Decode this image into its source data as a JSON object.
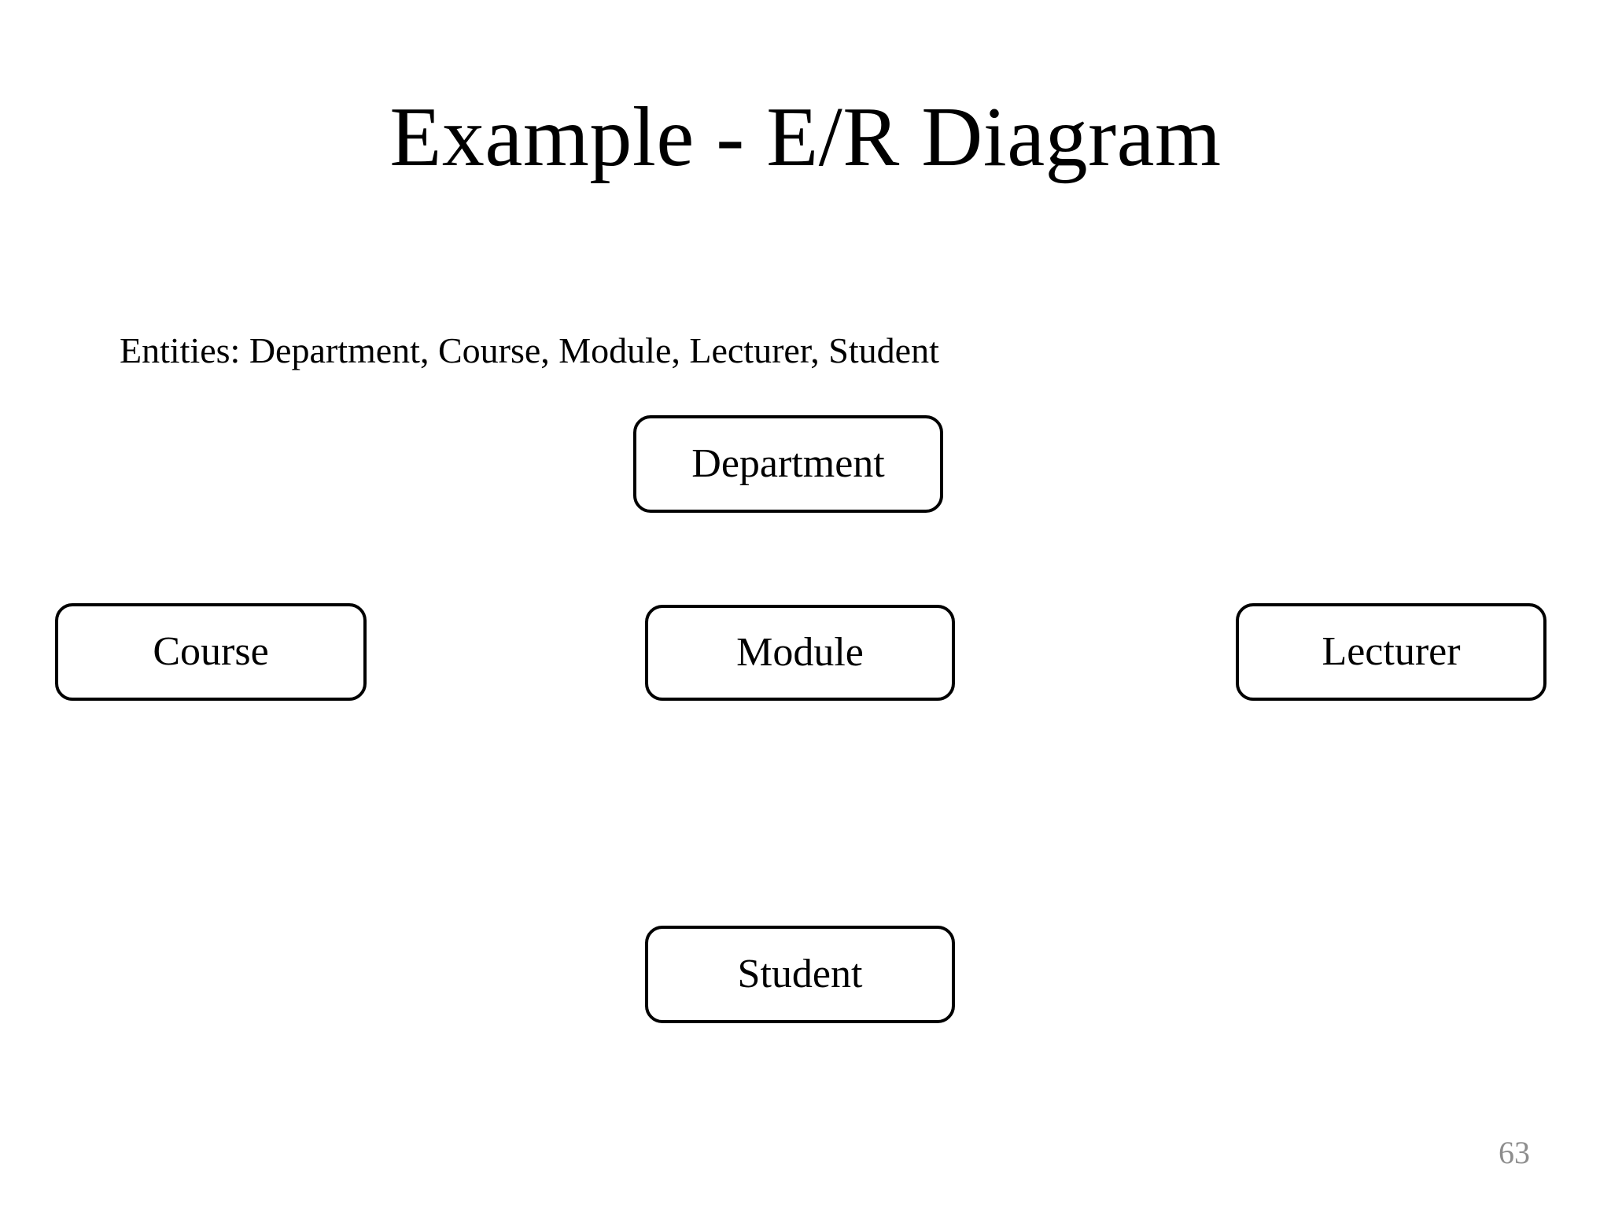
{
  "slide": {
    "title": "Example - E/R Diagram",
    "entities_line": "Entities: Department, Course, Module, Lecturer, Student",
    "page_number": "63",
    "background_color": "#ffffff",
    "text_color": "#000000",
    "page_number_color": "#8d8d8d",
    "box_border_color": "#000000",
    "box_fill_color": "#ffffff"
  },
  "diagram": {
    "type": "er-diagram",
    "entities": [
      {
        "id": "department",
        "label": "Department"
      },
      {
        "id": "course",
        "label": "Course"
      },
      {
        "id": "module",
        "label": "Module"
      },
      {
        "id": "lecturer",
        "label": "Lecturer"
      },
      {
        "id": "student",
        "label": "Student"
      }
    ],
    "relationships": []
  }
}
